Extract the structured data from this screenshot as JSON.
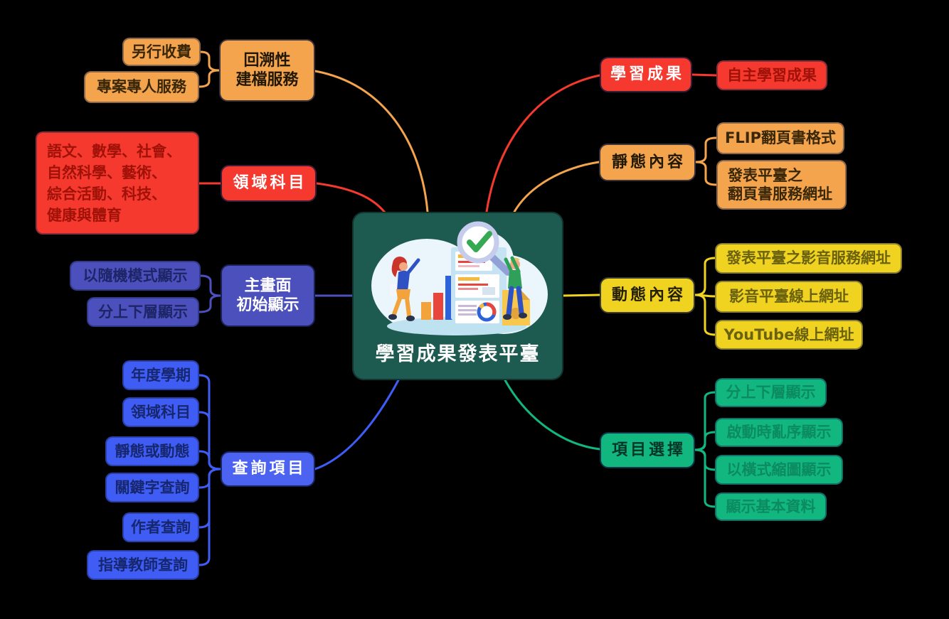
{
  "canvas": {
    "background": "#000000"
  },
  "center": {
    "title": "學習成果發表平臺",
    "bg_color": "#1d5a50",
    "illustration_elements": [
      "cloud",
      "ground-shadow",
      "bar-chart",
      "document-panel",
      "magnifier-with-checkmark",
      "folded-document",
      "person-left",
      "person-right"
    ]
  },
  "branches": [
    {
      "id": "retrospective-service",
      "label": "回溯性\n建檔服務",
      "color": "#f3a44d",
      "children": [
        "另行收費",
        "專案專人服務"
      ]
    },
    {
      "id": "domain-subjects",
      "label": "領域科目",
      "color": "#f5392f",
      "children": [
        "語文、數學、社會、\n自然科學、藝術、\n綜合活動、科技、\n健康與體育"
      ]
    },
    {
      "id": "main-screen-initial-display",
      "label": "主畫面\n初始顯示",
      "color": "#4c50bd",
      "children": [
        "以隨機模式顯示",
        "分上下層顯示"
      ]
    },
    {
      "id": "query-items",
      "label": "查詢項目",
      "color": "#3f5df5",
      "children": [
        "年度學期",
        "領域科目",
        "靜態或動態",
        "關鍵字查詢",
        "作者查詢",
        "指導教師查詢"
      ]
    },
    {
      "id": "learning-outcomes",
      "label": "學習成果",
      "color": "#f5392f",
      "children": [
        "自主學習成果"
      ]
    },
    {
      "id": "static-content",
      "label": "靜態內容",
      "color": "#f3a44d",
      "children": [
        "FLIP翻頁書格式",
        "發表平臺之\n翻頁書服務網址"
      ]
    },
    {
      "id": "dynamic-content",
      "label": "動態內容",
      "color": "#f0d321",
      "children": [
        "發表平臺之影音服務網址",
        "影音平臺線上網址",
        "YouTube線上網址"
      ]
    },
    {
      "id": "item-selection",
      "label": "項目選擇",
      "color": "#12b780",
      "children": [
        "分上下層顯示",
        "啟動時亂序顯示",
        "以橫式縮圖顯示",
        "顯示基本資料"
      ]
    }
  ]
}
